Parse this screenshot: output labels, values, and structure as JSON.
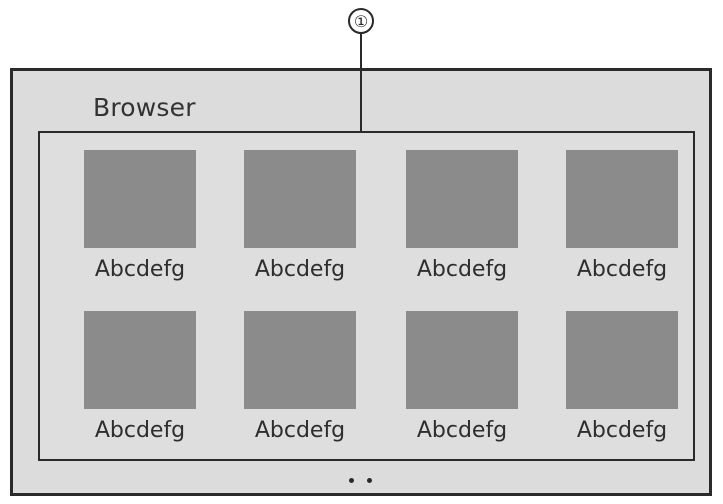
{
  "callout": {
    "number": "①"
  },
  "window": {
    "title": "Browser"
  },
  "grid": {
    "items": [
      {
        "label": "Abcdefg"
      },
      {
        "label": "Abcdefg"
      },
      {
        "label": "Abcdefg"
      },
      {
        "label": "Abcdefg"
      },
      {
        "label": "Abcdefg"
      },
      {
        "label": "Abcdefg"
      },
      {
        "label": "Abcdefg"
      },
      {
        "label": "Abcdefg"
      }
    ]
  },
  "pager": {
    "page_count": 2
  },
  "colors": {
    "window_bg": "#dcdcdc",
    "thumbnail": "#8b8b8b",
    "outline": "#2a2a2a"
  }
}
